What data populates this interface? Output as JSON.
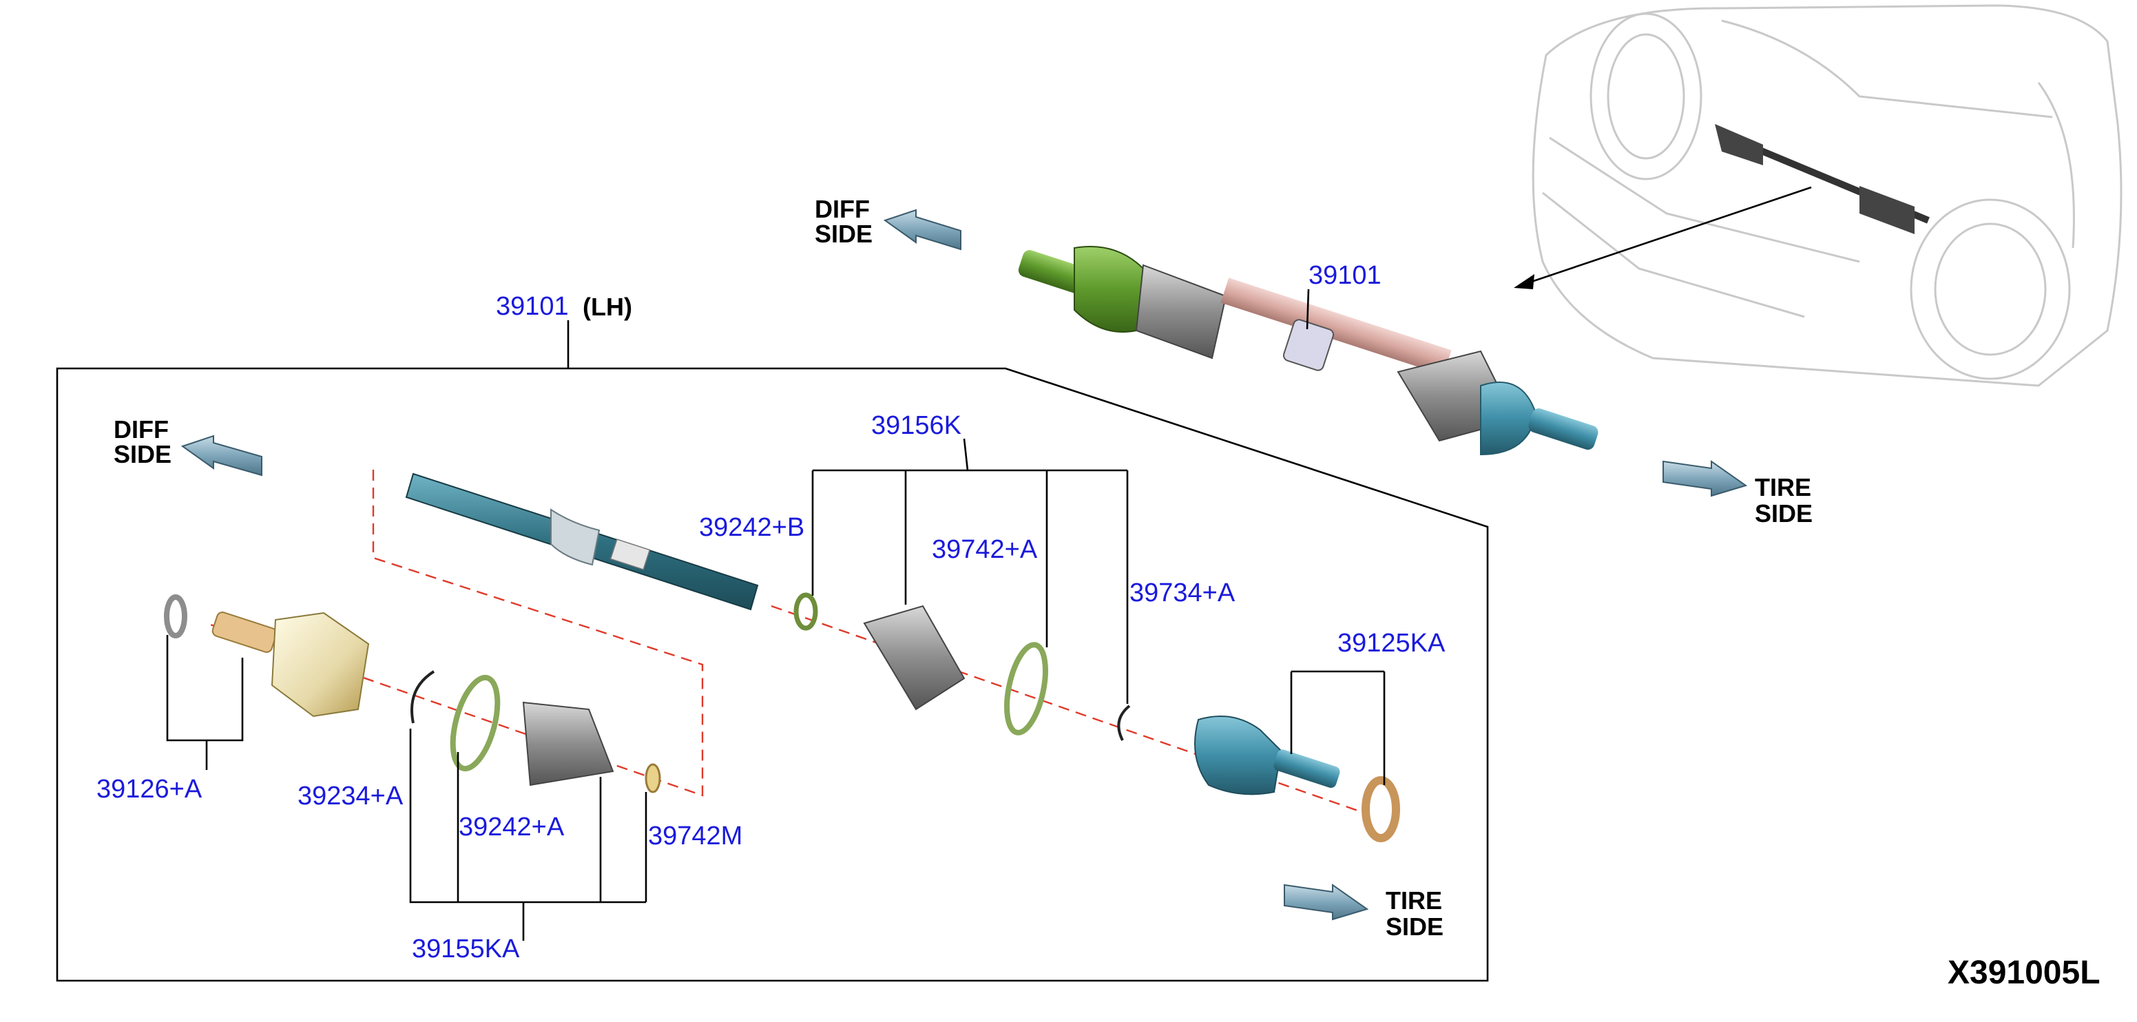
{
  "diagram_code": "X391005L",
  "assembly": {
    "part_number": "39101",
    "side": "(LH)"
  },
  "direction_labels": {
    "diff_line1": "DIFF",
    "diff_line2": "SIDE",
    "tire_line1": "TIRE",
    "tire_line2": "SIDE"
  },
  "parts": {
    "top_shaft": "39101",
    "boot_kit_outer": "39156K",
    "band_inner_b": "39242+B",
    "band_outer_a": "39742+A",
    "snap_ring_outer": "39734+A",
    "outer_joint": "39125KA",
    "seal_inner": "39126+A",
    "snap_ring_inner": "39234+A",
    "band_inner_a": "39242+A",
    "band_small": "39742M",
    "boot_kit_inner": "39155KA"
  },
  "colors": {
    "part_number": "#1a1adc",
    "leader": "#000000",
    "centerline": "#e03a2a",
    "shaft": "#2e6f80",
    "inner_joint": "#e8dfb4",
    "outer_joint": "#3f8fa8",
    "boot": "#9a9a9a",
    "band": "#8aa85a"
  }
}
